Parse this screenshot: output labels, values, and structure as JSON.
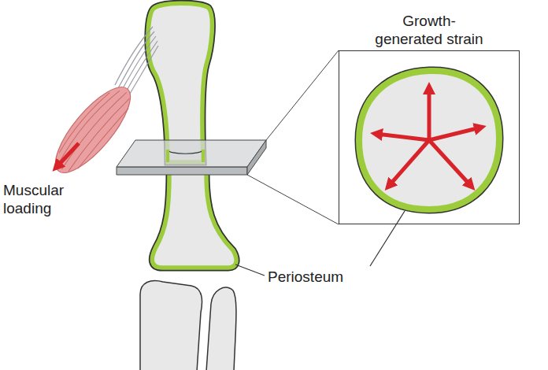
{
  "diagram": {
    "nodes": [
      {
        "text": [
          "Growth-generated strain"
        ]
      }
    ],
    "labels": [
      "Muscular loading",
      "Periosteum"
    ]
  }
}
